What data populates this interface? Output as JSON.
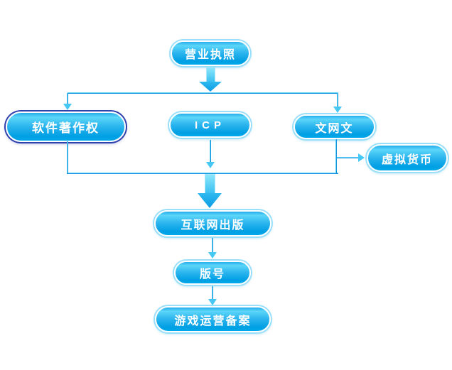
{
  "diagram": {
    "background": "#ffffff",
    "nodes": {
      "business_license": {
        "label": "营业执照"
      },
      "software_copyright": {
        "label": "软件著作权"
      },
      "icp": {
        "label": "ICP"
      },
      "culture_network": {
        "label": "文网文"
      },
      "virtual_currency": {
        "label": "虚拟货币"
      },
      "internet_publishing": {
        "label": "互联网出版"
      },
      "publication_number": {
        "label": "版号"
      },
      "game_operation_filing": {
        "label": "游戏运营备案"
      }
    },
    "edges": [
      {
        "from": "business_license",
        "to": "software_copyright"
      },
      {
        "from": "business_license",
        "to": "icp"
      },
      {
        "from": "business_license",
        "to": "culture_network"
      },
      {
        "from": "culture_network",
        "to": "virtual_currency"
      },
      {
        "from": "software_copyright",
        "to": "internet_publishing"
      },
      {
        "from": "icp",
        "to": "internet_publishing"
      },
      {
        "from": "culture_network",
        "to": "internet_publishing"
      },
      {
        "from": "internet_publishing",
        "to": "publication_number"
      },
      {
        "from": "publication_number",
        "to": "game_operation_filing"
      }
    ],
    "colors": {
      "node_fill_top": "#25adeb",
      "node_highlight": "#5cd6f9",
      "node_fill_bottom": "#009fe4",
      "node_border": "#ffffff",
      "node_glow": "#9adff9",
      "copyright_ring": "#2e3fae",
      "line_light": "#63d2f7",
      "line_dark": "#1592dc",
      "arrowhead": "#45c8f4",
      "bigarrow_top": "#8ae6fb",
      "bigarrow_bottom": "#0b9be4",
      "text": "#ffffff"
    }
  }
}
